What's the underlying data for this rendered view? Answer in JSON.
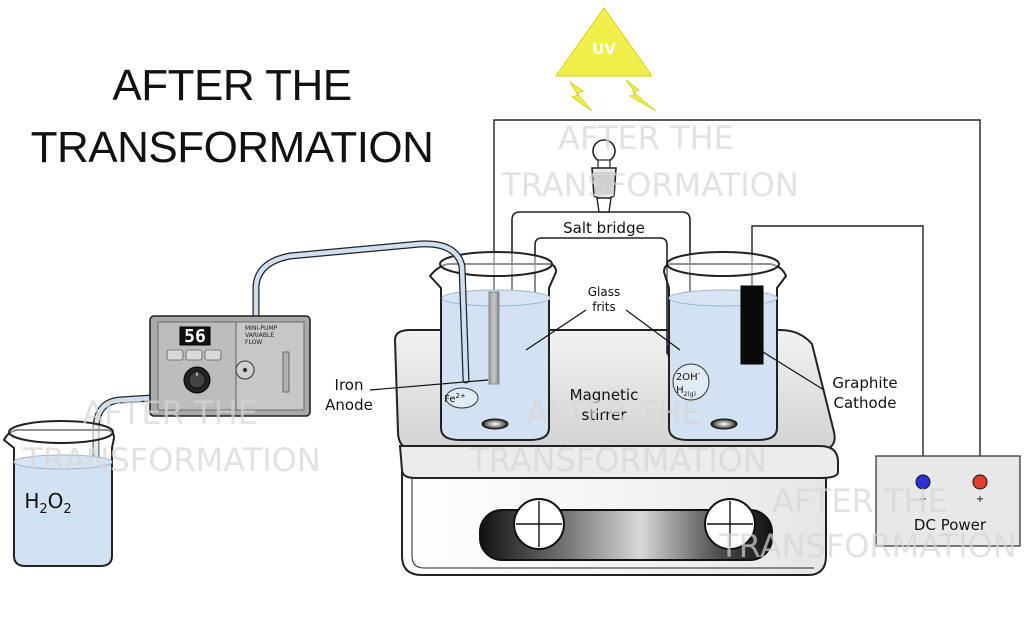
{
  "title_lines": [
    "AFTER THE",
    "TRANSFORMATION"
  ],
  "watermark": {
    "line1": "AFTER THE",
    "line2": "TRANSFORMATION"
  },
  "uv": {
    "label": "UV",
    "color": "#f1f04a"
  },
  "labels": {
    "salt_bridge": "Salt bridge",
    "glass_frits_1": "Glass",
    "glass_frits_2": "frits",
    "iron_1": "Iron",
    "iron_2": "Anode",
    "magnetic_1": "Magnetic",
    "magnetic_2": "stirrer",
    "graphite_1": "Graphite",
    "graphite_2": "Cathode",
    "h2o2_h": "H",
    "h2o2_sub1": "2",
    "h2o2_o": "O",
    "h2o2_sub2": "2",
    "fe": "Fe",
    "fe_sup": "2+",
    "oh": "2OH",
    "oh_sup": "-",
    "h2": "H",
    "h2_sub": "2(g)",
    "dc_power": "DC Power",
    "minus": "−",
    "plus": "+"
  },
  "pump": {
    "display": "56",
    "name_1": "MINI-PUMP",
    "name_2": "VARIABLE",
    "name_3": "FLOW"
  },
  "colors": {
    "liquid": "#bcd3ec",
    "uv": "#f1f04a",
    "red_terminal": "#e53b2a",
    "blue_terminal": "#2b32d8",
    "tube": "#cfe0f0"
  }
}
